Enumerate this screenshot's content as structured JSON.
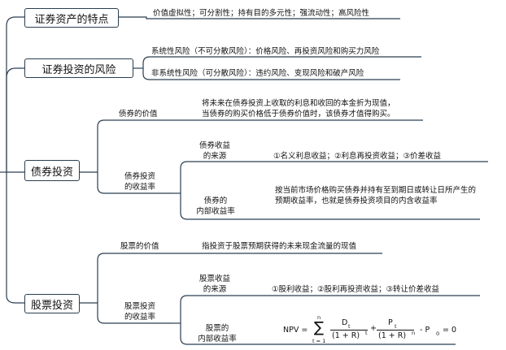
{
  "nodes": {
    "n1": {
      "label": "证券资产的特点",
      "desc": "价值虚拟性；可分割性；持有目的多元性；强流动性；高风险性"
    },
    "n2": {
      "label": "证券投资的风险",
      "desc_a": "系统性风险（不可分散风险）：价格风险、再投资风险和购买力风险",
      "desc_b": "非系统性风险（可分散风险）：违约风险、变现风险和破产风险"
    },
    "n3": {
      "label": "债券投资",
      "value_label": "债券的价值",
      "value_desc_1": "将未来在债券投资上收取的利息和收回的本金折为现值，",
      "value_desc_2": "当债券的购买价格低于债券价值时，该债券才值得购买。",
      "yield_label_1": "债券投资",
      "yield_label_2": "的收益率",
      "source_label_1": "债券收益",
      "source_label_2": "的来源",
      "source_desc": "①名义利息收益；②利息再投资收益；③价差收益",
      "irr_label_1": "债券的",
      "irr_label_2": "内部收益率",
      "irr_desc": "按当前市场价格购买债券并持有至到期日或转让日所产生的预期收益率，也就是债券投资项目的内含收益率"
    },
    "n4": {
      "label": "股票投资",
      "value_label": "股票的价值",
      "value_desc": "指投资于股票预期获得的未来现金流量的现值",
      "yield_label_1": "股票投资",
      "yield_label_2": "的收益率",
      "source_label_1": "股票收益",
      "source_label_2": "的来源",
      "source_desc": "①股利收益；②股利再投资收益；③转让价差收益",
      "irr_label_1": "股票的",
      "irr_label_2": "内部收益率",
      "formula": {
        "lhs": "NPV =",
        "sum": "∑",
        "sum_top": "n",
        "sum_bottom": "t = 1",
        "num1": "D",
        "num1_sub": "t",
        "den1": "(1 + R)",
        "den1_sup": "t",
        "plus": "+",
        "num2": "P",
        "num2_sub": "t",
        "den2": "(1 + R)",
        "den2_sup": "n",
        "tail": "- P",
        "tail_sub": "0",
        "rhs": "= 0"
      }
    }
  },
  "colors": {
    "line": "#2b3e50",
    "border": "#2b3e50"
  }
}
